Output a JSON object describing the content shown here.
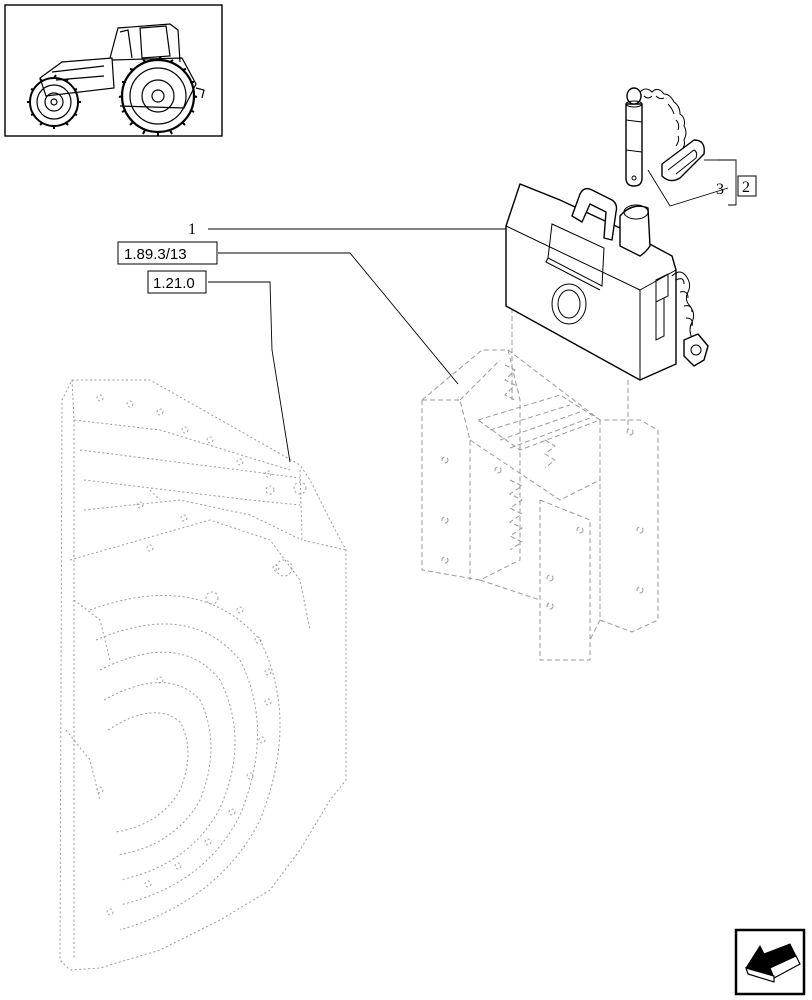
{
  "callouts": {
    "item_1": "1",
    "item_2": "2",
    "item_3": "3"
  },
  "references": {
    "ref_a": "1.89.3/13",
    "ref_b": "1.21.0"
  },
  "icons": {
    "thumbnail": "tractor-icon",
    "navigation": "back-arrow-icon"
  }
}
